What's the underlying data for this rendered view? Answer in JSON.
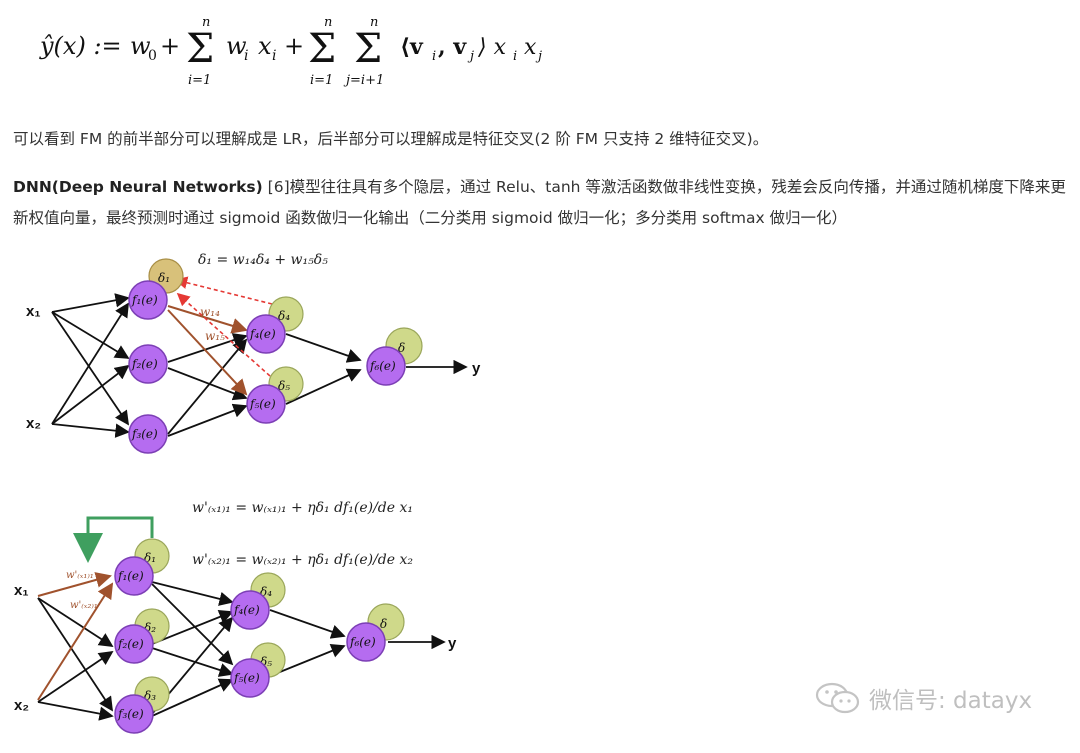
{
  "formula": {
    "lhs": "ŷ(x) :=",
    "w0": "w",
    "w0_sub": "0",
    "plus": "+",
    "sum_top": "n",
    "sum_bot1": "i=1",
    "sum_bot2": "j=i+1",
    "term1": "w",
    "term1_sub": "i",
    "term1_x": "x",
    "term1_x_sub": "i",
    "term2": "⟨v",
    "term2_sub_i": "i",
    "term2_mid": ", v",
    "term2_sub_j": "j",
    "term2_end": "⟩ x",
    "term2_x_sub_i": "i",
    "term2_x2": "x",
    "term2_x_sub_j": "j"
  },
  "paragraph1": "可以看到 FM 的前半部分可以理解成是 LR，后半部分可以理解成是特征交叉(2 阶 FM 只支持 2 维特征交叉)。",
  "paragraph2": {
    "bold": "DNN(Deep Neural Networks)",
    "text": " [6]模型往往具有多个隐层，通过 Relu、tanh 等激活函数做非线性变换，残差会反向传播，并通过随机梯度下降来更新权值向量，最终预测时通过 sigmoid 函数做归一化输出（二分类用 sigmoid 做归一化；多分类用 softmax 做归一化）"
  },
  "diagram1": {
    "equation": "δ₁ = w₁₄δ₄ + w₁₅δ₅",
    "inputs": [
      "x₁",
      "x₂"
    ],
    "output": "y",
    "nodes": [
      "f₁(e)",
      "f₂(e)",
      "f₃(e)",
      "f₄(e)",
      "f₅(e)",
      "f₆(e)"
    ],
    "deltas": [
      "δ₁",
      "δ₄",
      "δ₅",
      "δ"
    ],
    "weights": [
      "w₁₄",
      "w₁₅"
    ]
  },
  "diagram2": {
    "equation1": "w'₍ₓ₁₎₁ = w₍ₓ₁₎₁ + ηδ₁ df₁(e)/de x₁",
    "equation2": "w'₍ₓ₂₎₁ = w₍ₓ₂₎₁ + ηδ₁ df₁(e)/de x₂",
    "inputs": [
      "x₁",
      "x₂"
    ],
    "output": "y",
    "nodes": [
      "f₁(e)",
      "f₂(e)",
      "f₃(e)",
      "f₄(e)",
      "f₅(e)",
      "f₆(e)"
    ],
    "deltas": [
      "δ₁",
      "δ₂",
      "δ₃",
      "δ₄",
      "δ₅",
      "δ"
    ],
    "weights": [
      "w'₍ₓ₁₎₁",
      "w'₍ₓ₂₎₁"
    ]
  },
  "watermark": {
    "text": "微信号: datayx",
    "icon": "wechat-icon"
  },
  "colors": {
    "node_purple": "#b56cf0",
    "delta_green": "#cfd98a",
    "arrow_red": "#e53935",
    "arrow_brown": "#a0522d",
    "arrow_green": "#3f9f5f"
  }
}
